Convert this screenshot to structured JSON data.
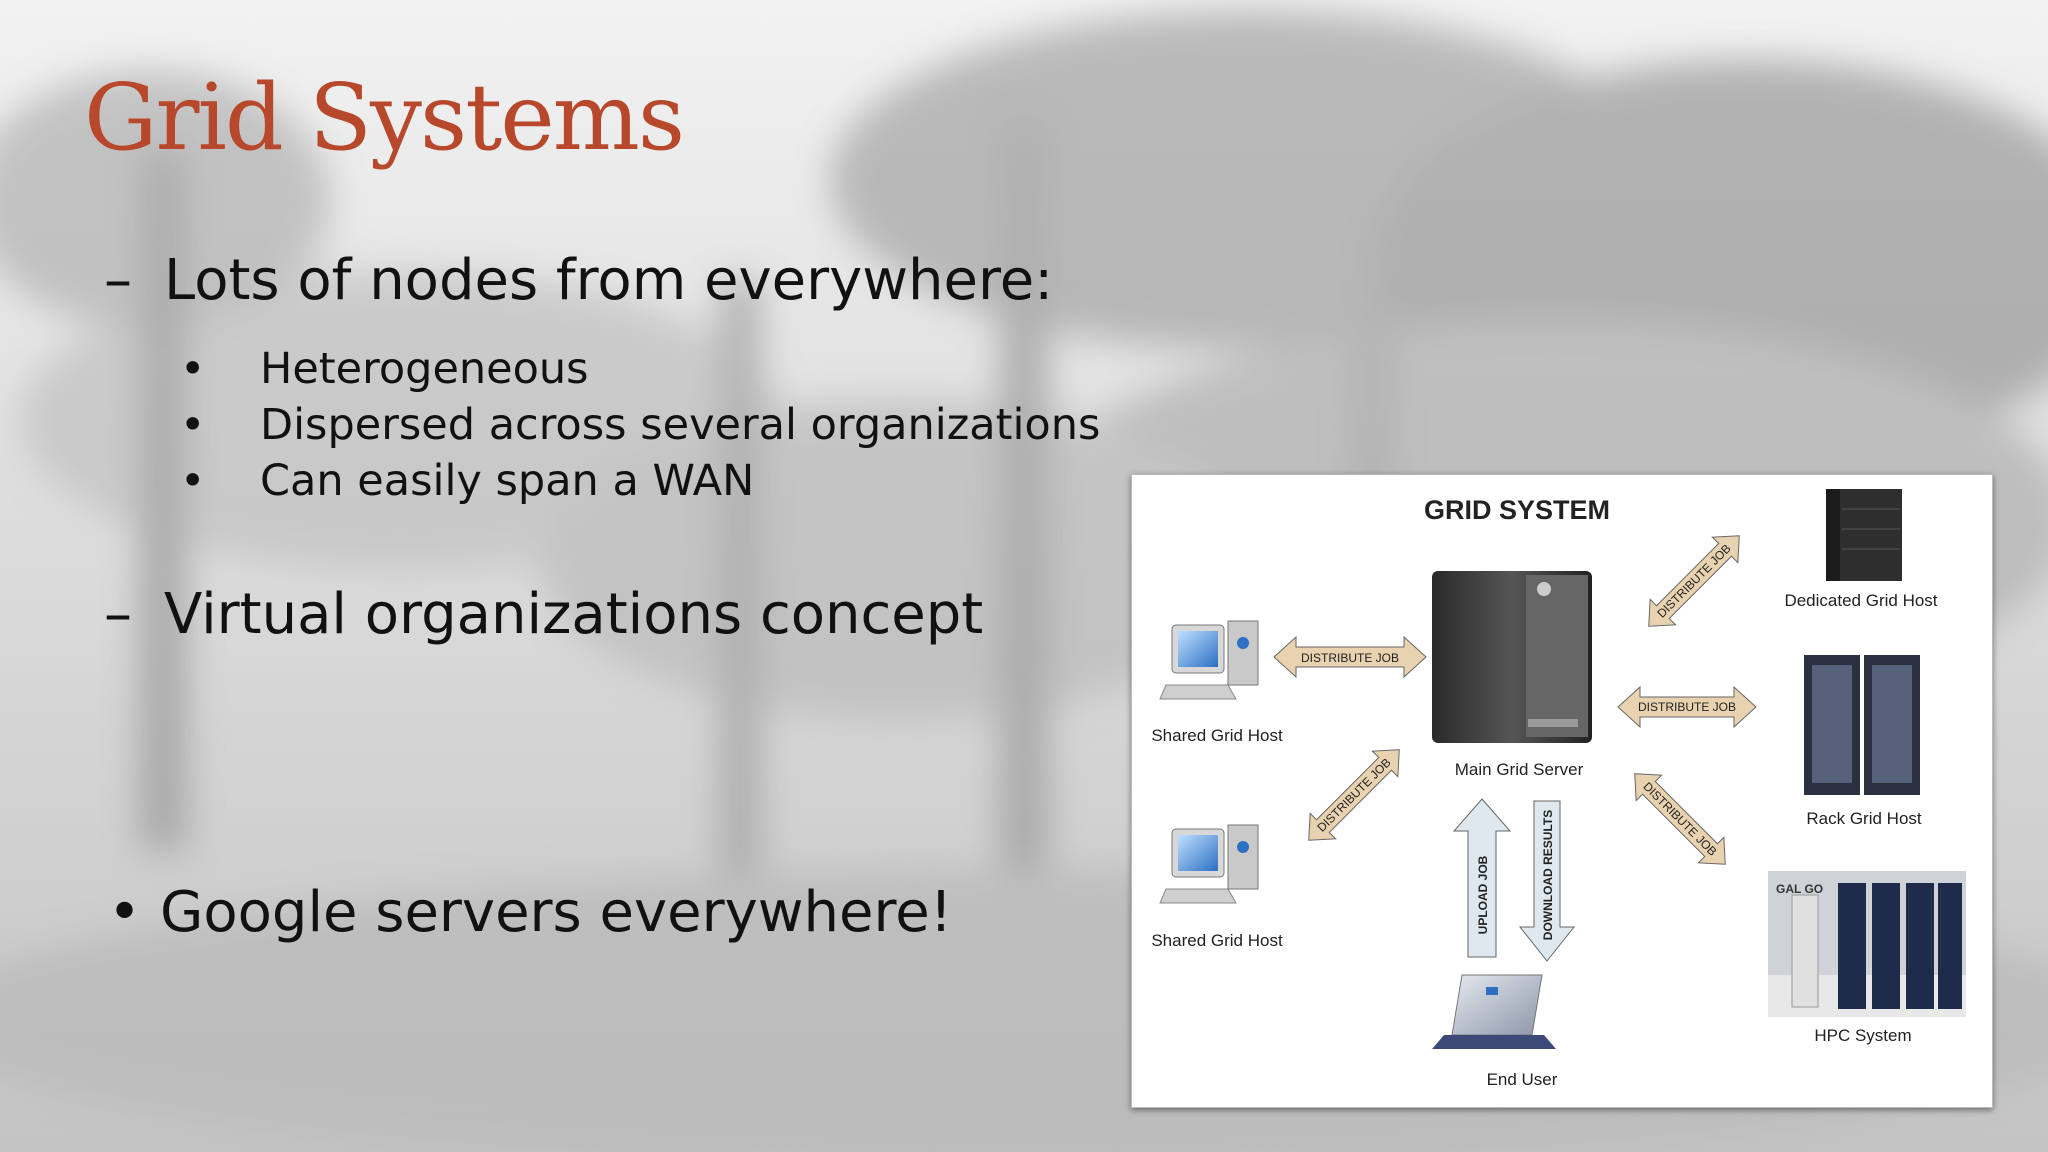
{
  "slide": {
    "title": "Grid Systems",
    "bullets": [
      {
        "marker": "–",
        "text": "Lots of nodes from everywhere:",
        "sub": [
          {
            "marker": "•",
            "text": "Heterogeneous"
          },
          {
            "marker": "•",
            "text": "Dispersed across several organizations"
          },
          {
            "marker": "•",
            "text": "Can easily span a WAN"
          }
        ]
      },
      {
        "marker": "–",
        "text": "Virtual organizations concept"
      },
      {
        "marker": "•",
        "text": "Google servers everywhere!"
      }
    ]
  },
  "diagram": {
    "title": "GRID SYSTEM",
    "nodes": {
      "main": "Main Grid Server",
      "shared1": "Shared Grid Host",
      "shared2": "Shared Grid Host",
      "dedicated": "Dedicated Grid Host",
      "rack": "Rack Grid Host",
      "hpc": "HPC System",
      "enduser": "End User"
    },
    "arrows": {
      "distribute": "DISTRIBUTE JOB",
      "upload": "UPLOAD JOB",
      "download": "DOWNLOAD RESULTS"
    },
    "hpc_sign": "GAL GO",
    "colors": {
      "arrow_fill": "#e8d2b0",
      "arrow_up_fill": "#dfe8ef",
      "title": "#333333"
    }
  }
}
